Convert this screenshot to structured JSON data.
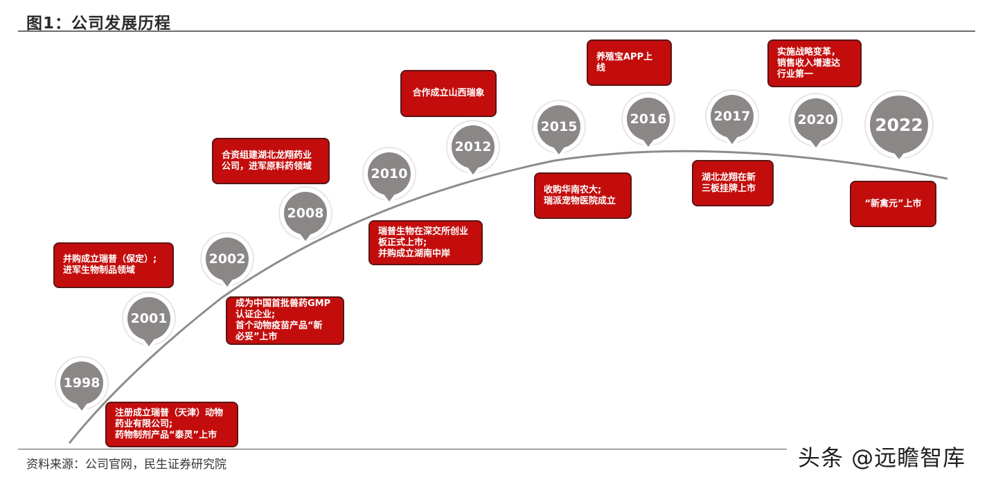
{
  "title": "图1：公司发展历程",
  "source": "资料来源：公司官网，民生证券研究院",
  "watermark": "头条 @远瞻智库",
  "colors": {
    "box_fill": "#c30d0d",
    "pin_fill": "#8a8786",
    "curve": "#8c8c8c"
  },
  "milestones": [
    {
      "year": "1998",
      "text": "注册成立瑞普（天津）动物\n药业有限公司;\n药物制剂产品“泰灵”上市"
    },
    {
      "year": "2001",
      "text": "并购成立瑞普（保定）;\n进军生物制品领域"
    },
    {
      "year": "2002",
      "text": "成为中国首批兽药GMP\n认证企业;\n首个动物疫苗产品“新\n必妥”上市"
    },
    {
      "year": "2008",
      "text": "合资组建湖北龙翔药业\n公司，进军原料药领域"
    },
    {
      "year": "2010",
      "text": "瑞普生物在深交所创业\n板正式上市;\n并购成立湖南中岸"
    },
    {
      "year": "2012",
      "text": "合作成立山西瑞象"
    },
    {
      "year": "2015",
      "text": "收购华南农大;\n瑞派宠物医院成立"
    },
    {
      "year": "2016",
      "text": "养殖宝APP上\n线"
    },
    {
      "year": "2017",
      "text": "湖北龙翔在新\n三板挂牌上市"
    },
    {
      "year": "2020",
      "text": "实施战略变革，\n销售收入增速达\n行业第一"
    },
    {
      "year": "2022",
      "text": "“新禽元”上市"
    }
  ]
}
